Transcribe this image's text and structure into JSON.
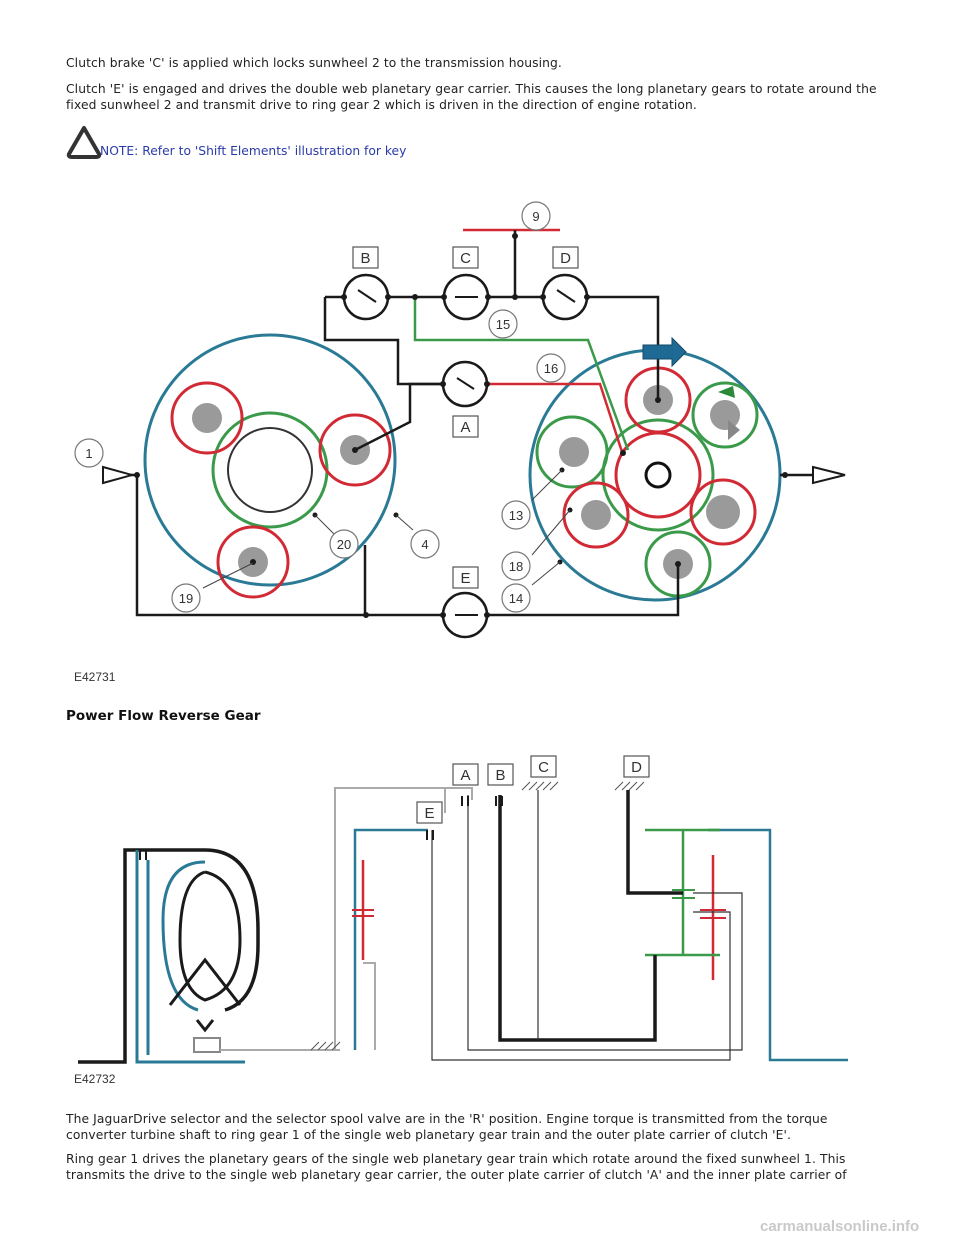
{
  "paragraphs": {
    "p1": "Clutch brake 'C' is applied which locks sunwheel 2 to the transmission housing.",
    "p2": "Clutch 'E' is engaged and drives the double web planetary gear carrier. This causes the long planetary gears to rotate around the fixed sunwheel 2 and transmit drive to ring gear 2 which is driven in the direction of engine rotation.",
    "p3": "The JaguarDrive selector and the selector spool valve are in the 'R' position. Engine torque is transmitted from the torque converter turbine shaft to ring gear 1 of the single web planetary gear train and the outer plate carrier of clutch 'E'.",
    "p4": "Ring gear 1 drives the planetary gears of the single web planetary gear train which rotate around the fixed sunwheel 1. This transmits the drive to the single web planetary gear carrier, the outer plate carrier of clutch 'A' and the inner plate carrier of"
  },
  "note": {
    "text": "NOTE: Refer to 'Shift Elements' illustration for key",
    "icon": "warning-triangle-icon"
  },
  "figure1": {
    "code": "E42731",
    "letters": {
      "A": "A",
      "B": "B",
      "C": "C",
      "D": "D",
      "E": "E"
    },
    "numbers": {
      "n1": "1",
      "n4": "4",
      "n9": "9",
      "n13": "13",
      "n14": "14",
      "n15": "15",
      "n16": "16",
      "n18": "18",
      "n19": "19",
      "n20": "20"
    }
  },
  "section_heading": "Power Flow Reverse Gear",
  "figure2": {
    "code": "E42732",
    "letters": {
      "A": "A",
      "B": "B",
      "C": "C",
      "D": "D",
      "E": "E"
    }
  },
  "watermark": "carmanualsonline.info",
  "colors": {
    "red": "#d22a35",
    "green": "#3a9a4a",
    "blue": "#2a7a95",
    "black": "#1a1a1a",
    "grey": "#9a9a9a",
    "note_blue": "#2a3ba8"
  }
}
